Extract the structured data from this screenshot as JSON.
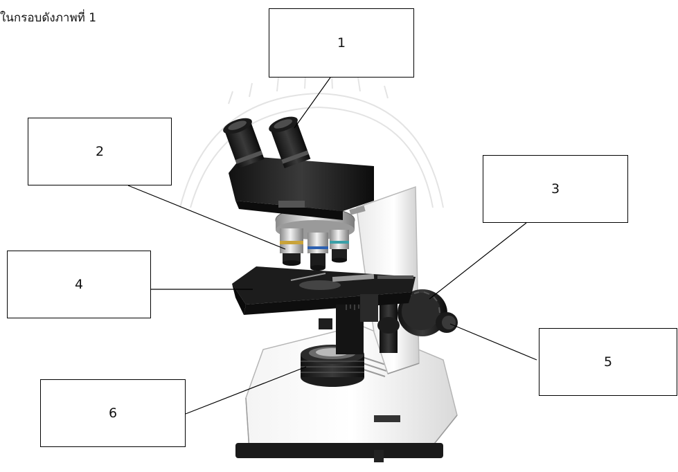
{
  "caption": "ในกรอบดังภาพที่ 1",
  "labels": [
    "1",
    "2",
    "3",
    "4",
    "5",
    "6"
  ],
  "image": {
    "subject": "microscope-illustration",
    "watermark": "university-seal"
  }
}
